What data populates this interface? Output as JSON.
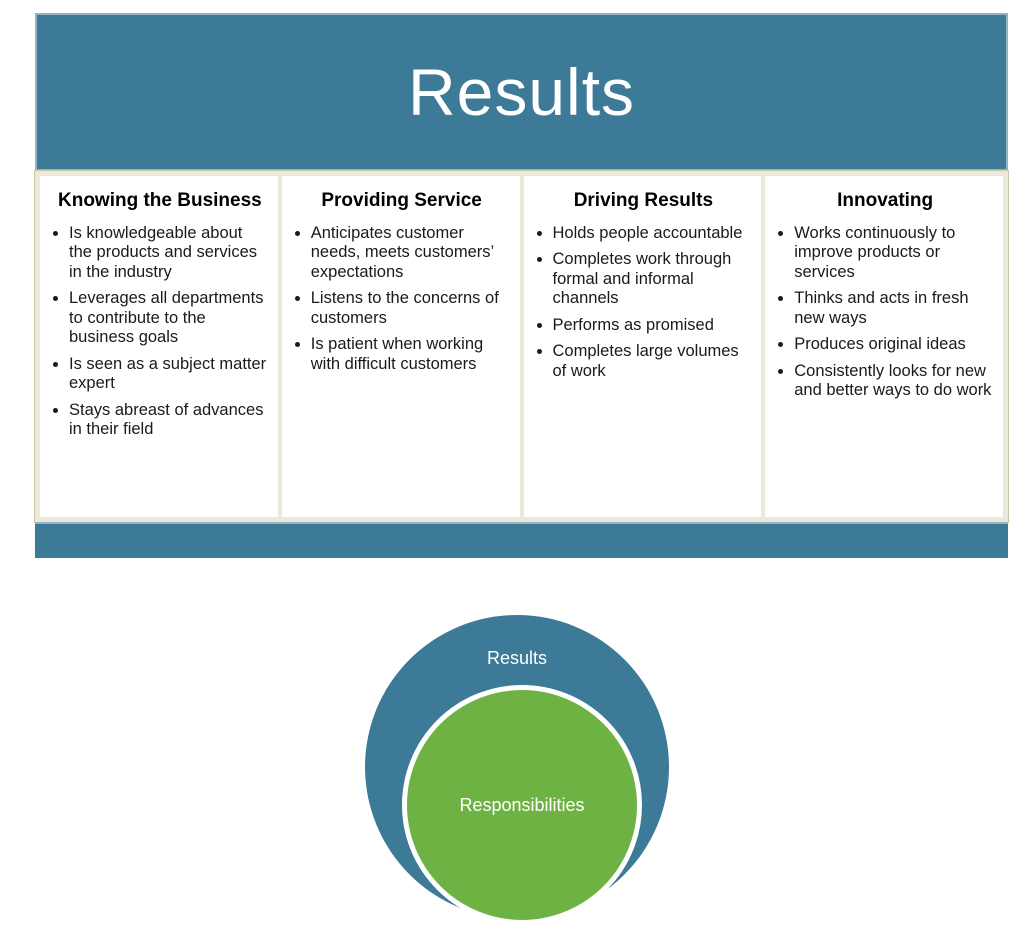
{
  "header": {
    "title": "Results"
  },
  "columns": [
    {
      "title": "Knowing the Business",
      "bullets": [
        "Is knowledgeable about the products and services in the industry",
        "Leverages all departments to contribute to the business goals",
        "Is seen as a subject matter expert",
        "Stays abreast of advances in their field"
      ]
    },
    {
      "title": "Providing Service",
      "bullets": [
        "Anticipates customer needs, meets customers’ expectations",
        "Listens to the concerns of customers",
        "Is patient when working with difficult customers"
      ]
    },
    {
      "title": "Driving Results",
      "bullets": [
        "Holds people accountable",
        "Completes work through formal and informal channels",
        "Performs as promised",
        "Completes large volumes of work"
      ]
    },
    {
      "title": "Innovating",
      "bullets": [
        "Works continuously to improve products or services",
        "Thinks and acts in fresh new ways",
        "Produces original ideas",
        "Consistently looks for new and better ways to do work"
      ]
    }
  ],
  "venn": {
    "outer_label": "Results",
    "inner_label": "Responsibilities"
  },
  "colors": {
    "teal": "#3d7a97",
    "green": "#6fb244",
    "table_border": "#ebe9d8",
    "table_border_edge": "#cdc7a7",
    "text": "#1a1a1a"
  }
}
